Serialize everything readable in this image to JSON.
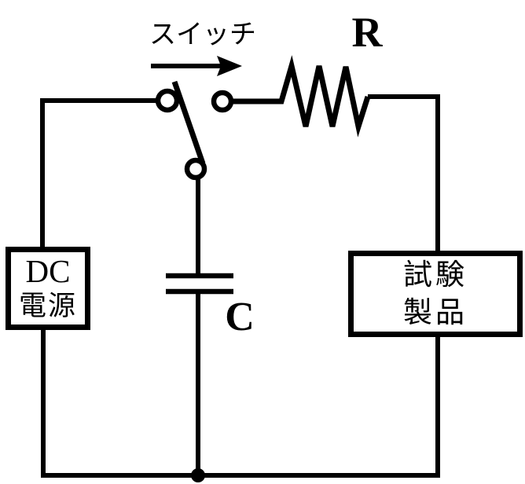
{
  "diagram": {
    "labels": {
      "switch": "スイッチ",
      "resistor": "R",
      "capacitor": "C"
    },
    "dc_source_box": {
      "line1": "DC",
      "line2": "電源"
    },
    "test_product_box": {
      "line1": "試験",
      "line2": "製品"
    },
    "colors": {
      "line": "#000000",
      "background": "#ffffff",
      "text": "#000000"
    }
  }
}
